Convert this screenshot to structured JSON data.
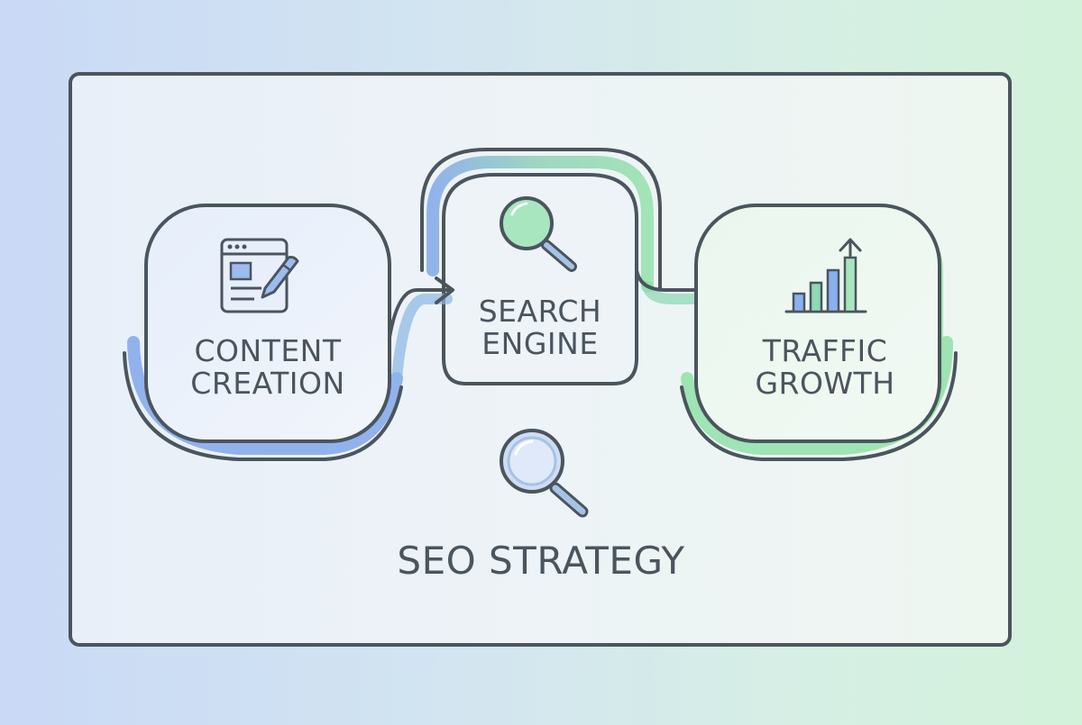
{
  "steps": [
    {
      "line1": "CONTENT",
      "line2": "CREATION",
      "icon": "browser-pencil-icon",
      "accent": "#7aa3e8"
    },
    {
      "line1": "SEARCH",
      "line2": "ENGINE",
      "icon": "magnifier-icon",
      "accent": "#8ccfb4"
    },
    {
      "line1": "TRAFFIC",
      "line2": "GROWTH",
      "icon": "bar-chart-arrow-icon",
      "accent": "#8fe0a8"
    }
  ],
  "title": "SEO STRATEGY",
  "colors": {
    "outline": "#4a555e",
    "blue": "#7aa3e8",
    "teal": "#8ccfb4",
    "green": "#8fe0a8"
  }
}
